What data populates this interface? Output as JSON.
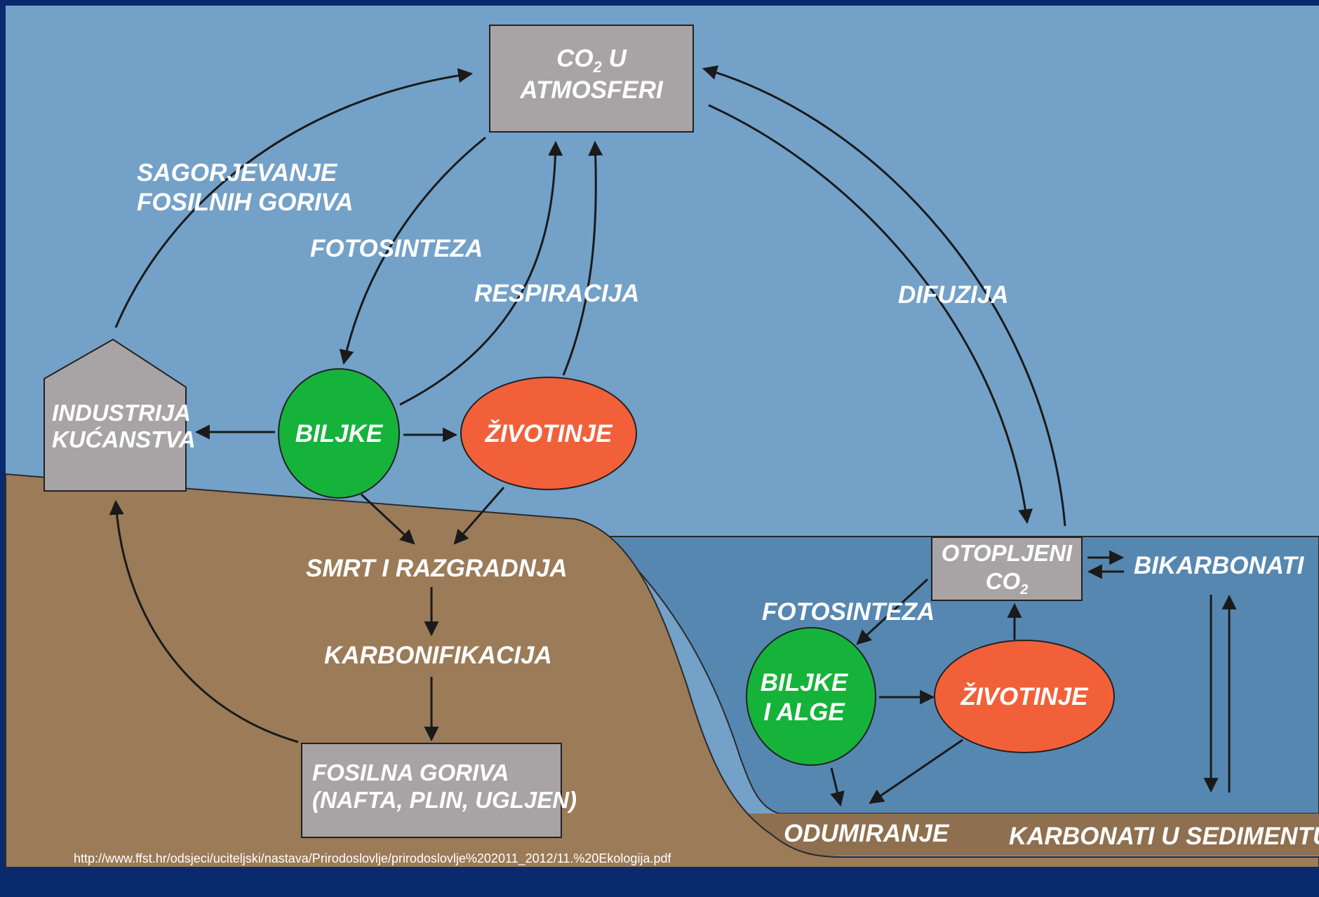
{
  "colors": {
    "frame": "#0a2a6e",
    "sky": "#73a1c8",
    "water": "#5587b1",
    "land": "#9b7b58",
    "box": "#a8a3a4",
    "plants": "#15b33a",
    "animals": "#f2603a",
    "arrow": "#1a1a1a"
  },
  "nodes": {
    "atmosphere_line1": "CO",
    "atmosphere_sub": "2",
    "atmosphere_line1_rest": " U",
    "atmosphere_line2": "ATMOSFERI",
    "industry_line1": "INDUSTRIJA",
    "industry_line2": "KUĆANSTVA",
    "land_plants": "BILJKE",
    "land_animals": "ŽIVOTINJE",
    "fossil_line1": "FOSILNA GORIVA",
    "fossil_line2": "(NAFTA, PLIN, UGLJEN)",
    "dissolved_line1": "OTOPLJENI",
    "dissolved_line2": "CO",
    "dissolved_sub": "2",
    "water_plants_line1": "BILJKE",
    "water_plants_line2": "I ALGE",
    "water_animals": "ŽIVOTINJE"
  },
  "labels": {
    "combustion_line1": "SAGORJEVANJE",
    "combustion_line2": "FOSILNIH GORIVA",
    "photosynthesis_land": "FOTOSINTEZA",
    "respiration": "RESPIRACIJA",
    "diffusion": "DIFUZIJA",
    "death_decomposition": "SMRT I RAZGRADNJA",
    "carbonification": "KARBONIFIKACIJA",
    "photosynthesis_water": "FOTOSINTEZA",
    "bicarbonates": "BIKARBONATI",
    "dying": "ODUMIRANJE",
    "carbonates_sediment": "KARBONATI U SEDIMENTU"
  },
  "source_url": "http://www.ffst.hr/odsjeci/uciteljski/nastava/Prirodoslovlje/prirodoslovlje%202011_2012/11.%20Ekologija.pdf"
}
